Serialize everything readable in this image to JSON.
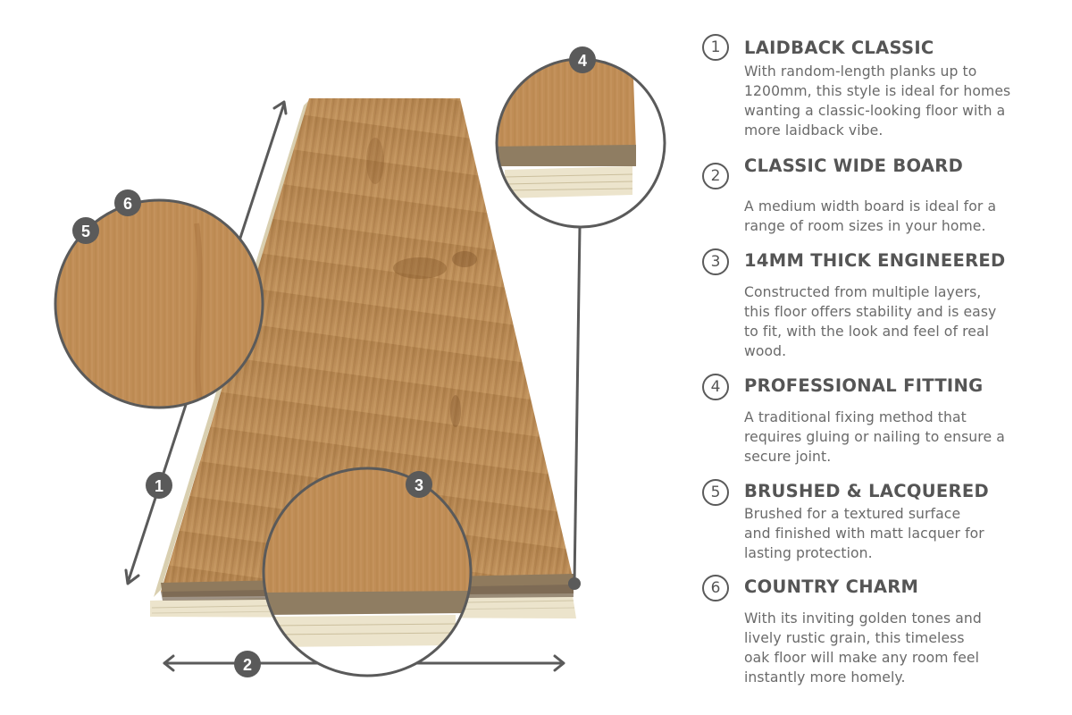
{
  "colors": {
    "marker": "#5a5a5a",
    "title_text": "#555555",
    "body_text": "#6a6a6a",
    "wood": "#b8884f",
    "plywood": "#ece4cc"
  },
  "illustration": {
    "alt": "Oak engineered floor plank with numbered callouts",
    "markers": {
      "m1": "1",
      "m2": "2",
      "m3": "3",
      "m4": "4",
      "m5": "5",
      "m6": "6"
    }
  },
  "features": [
    {
      "number": "1",
      "title": "LAIDBACK CLASSIC",
      "lines": [
        "With random-length planks up to",
        "1200mm, this style is ideal for homes",
        "wanting a classic-looking floor with a",
        "more laidback vibe."
      ]
    },
    {
      "number": "2",
      "title": "CLASSIC WIDE BOARD",
      "lines": [
        "A medium width board is ideal for a",
        "range of room sizes in your home."
      ]
    },
    {
      "number": "3",
      "title": "14MM THICK ENGINEERED",
      "lines": [
        "Constructed from multiple layers,",
        "this floor offers stability and is easy",
        "to fit, with the look and feel of real",
        "wood."
      ]
    },
    {
      "number": "4",
      "title": "PROFESSIONAL FITTING",
      "lines": [
        "A traditional fixing method that",
        "requires gluing or nailing to ensure a",
        "secure joint."
      ]
    },
    {
      "number": "5",
      "title": "BRUSHED & LACQUERED",
      "lines": [
        "Brushed for a textured surface",
        "and finished with matt lacquer for",
        "lasting protection."
      ]
    },
    {
      "number": "6",
      "title": "COUNTRY CHARM",
      "lines": [
        "With its inviting golden tones and",
        "lively rustic grain, this timeless",
        "oak floor will make any room feel",
        "instantly more homely."
      ]
    }
  ]
}
